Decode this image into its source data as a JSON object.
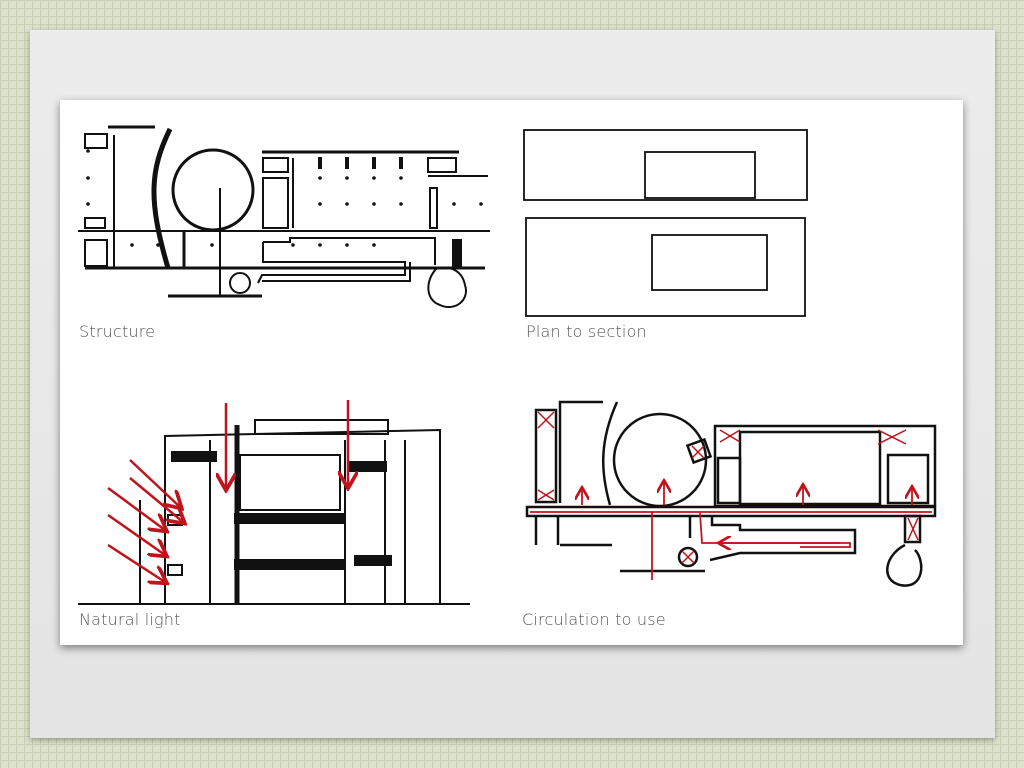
{
  "slide": {
    "panels": [
      {
        "label": "Structure"
      },
      {
        "label": "Plan to section"
      },
      {
        "label": "Natural light"
      },
      {
        "label": "Circulation to use"
      }
    ]
  },
  "colors": {
    "accent": "#c0141c",
    "ink": "#111111",
    "label": "#555555"
  }
}
